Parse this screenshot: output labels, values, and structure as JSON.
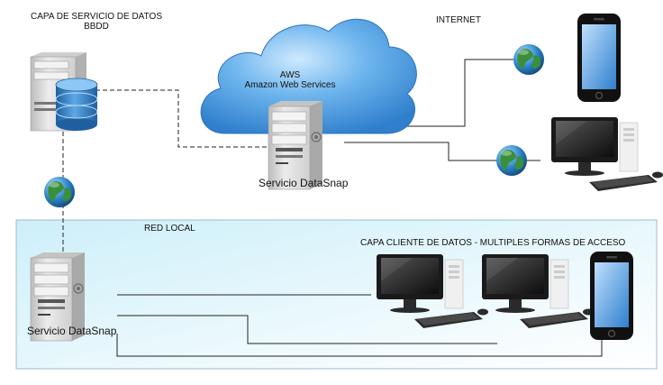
{
  "labels": {
    "db_layer_line1": "CAPA DE SERVICIO DE DATOS",
    "db_layer_line2": "BBDD",
    "internet": "INTERNET",
    "aws_line1": "AWS",
    "aws_line2": "Amazon Web Services",
    "cloud_server": "Servicio  DataSnap",
    "local_network": "RED LOCAL",
    "client_layer": "CAPA CLIENTE DE DATOS  -  MULTIPLES FORMAS DE ACCESO",
    "local_server": "Servicio  DataSnap"
  },
  "colors": {
    "cloud_blue": "#3f96de",
    "lan_zone_fill": "#dff4fb",
    "lan_zone_border": "#9bbcc9",
    "server_body": "#d9d9d9",
    "database_blue": "#3a7fc4",
    "globe_green": "#3a8f3a",
    "globe_blue": "#2a82c6",
    "device_black": "#111111"
  },
  "icons": [
    "server-icon",
    "database-icon",
    "cloud-icon",
    "globe-icon",
    "smartphone-icon",
    "desktop-computer-icon",
    "keyboard-icon"
  ]
}
